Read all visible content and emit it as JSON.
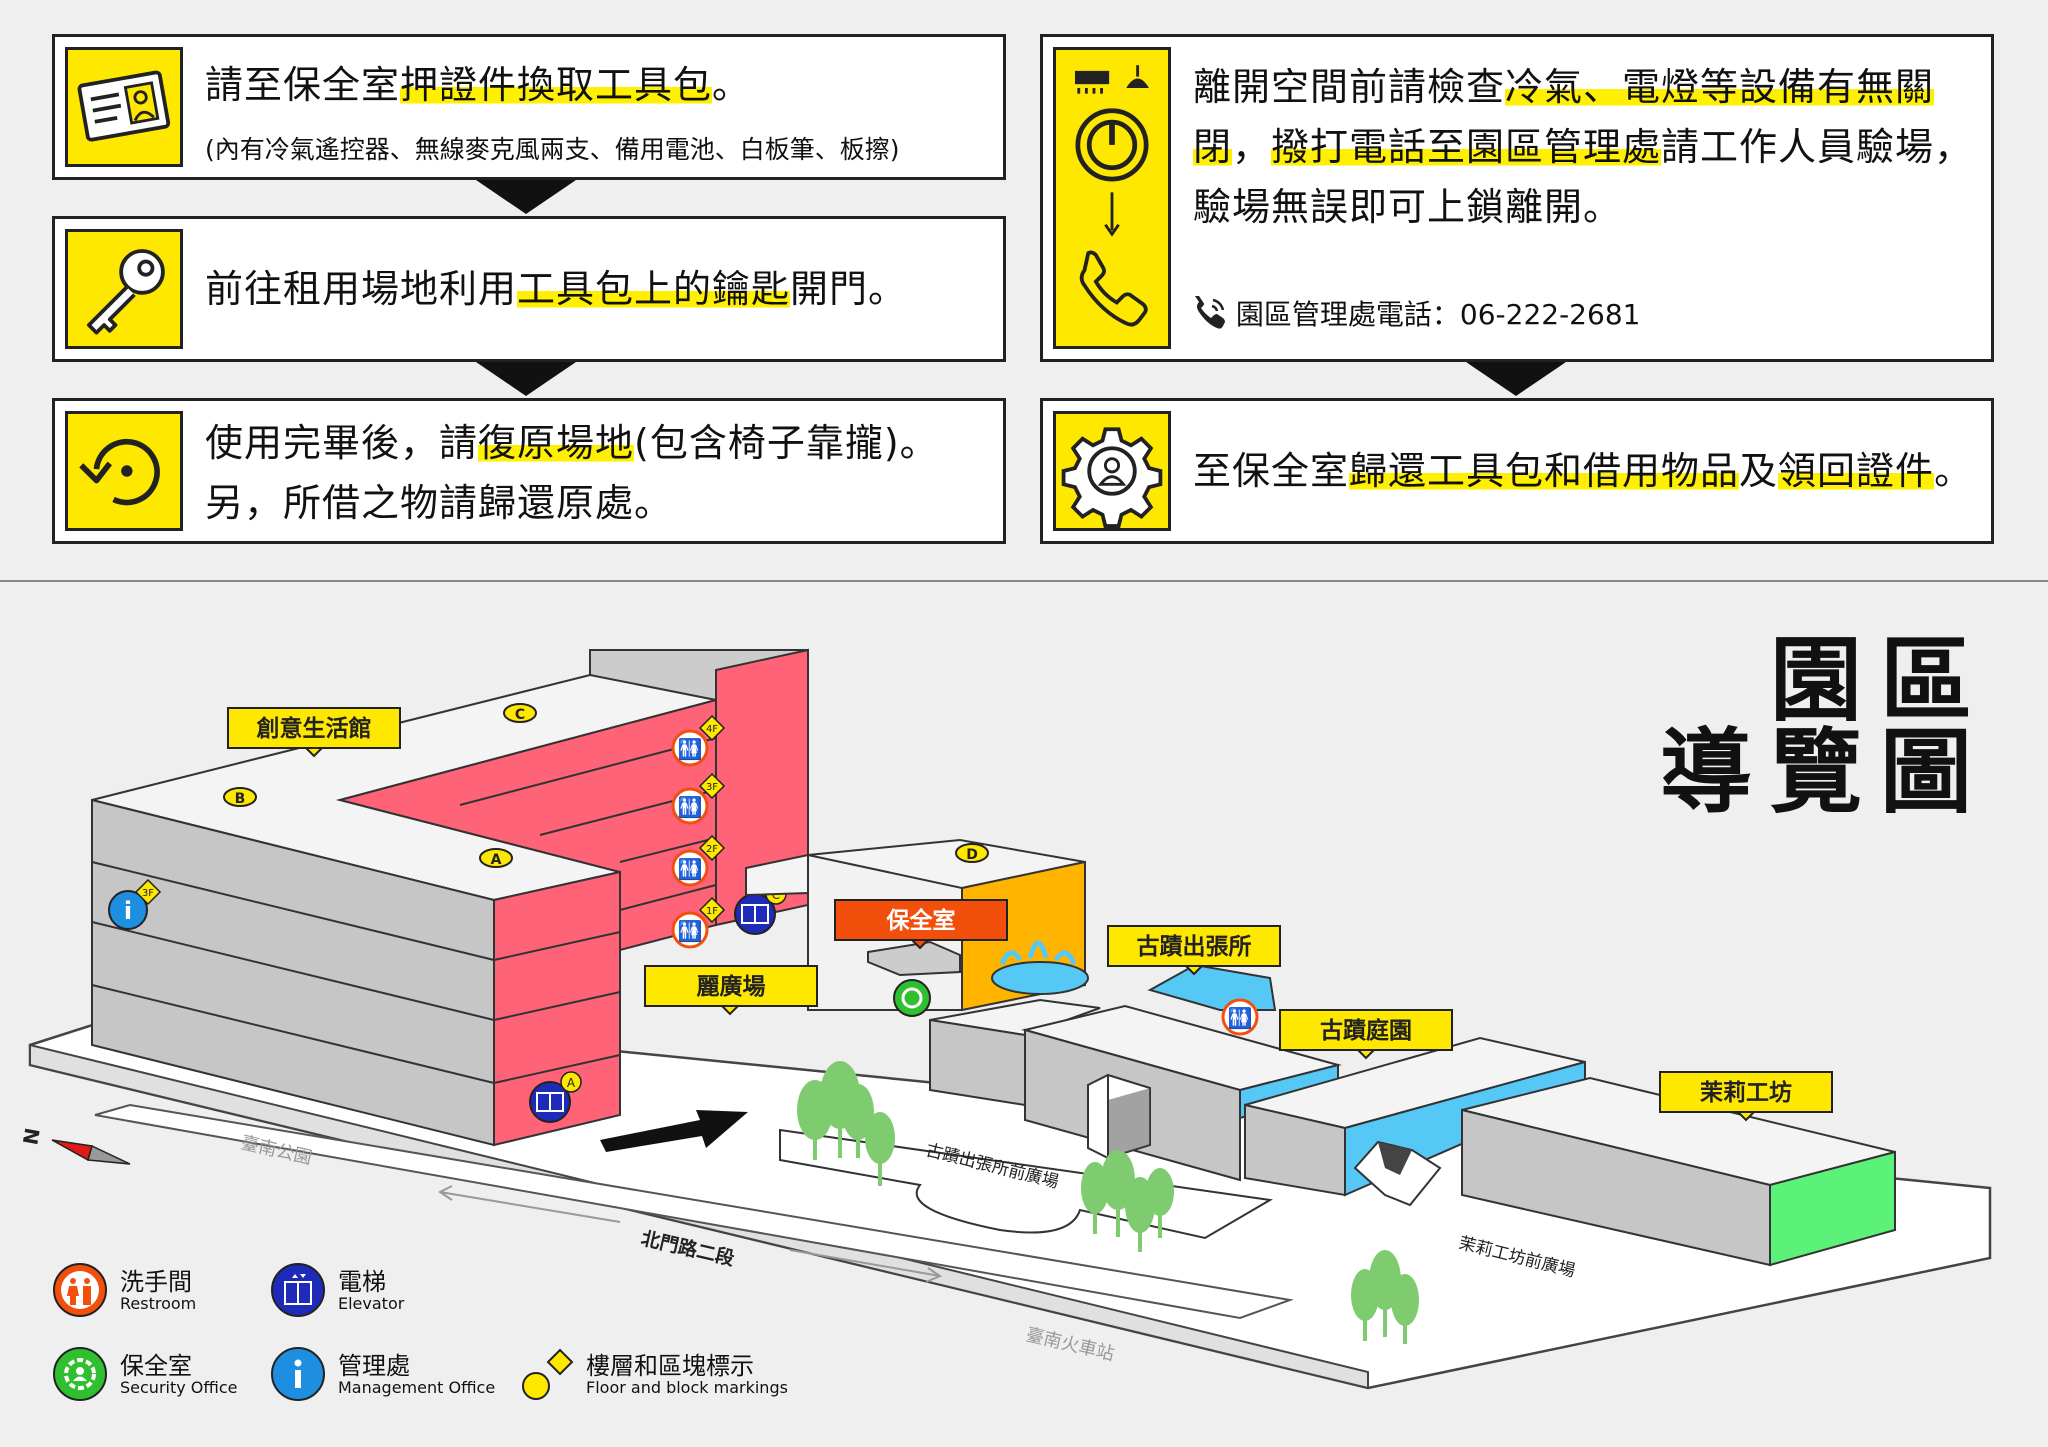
{
  "steps": {
    "step1": {
      "pre": "請至保全室",
      "hl": "押證件換取工具包",
      "post": "。",
      "sub": "(內有冷氣遙控器、無線麥克風兩支、備用電池、白板筆、板擦)"
    },
    "step2": {
      "pre": "前往租用場地利用",
      "hl": "工具包上的鑰匙",
      "post": "開門。"
    },
    "step3": {
      "pre": "使用完畢後，請",
      "hl": "復原場地",
      "post": "(包含椅子靠攏)。",
      "line2": "另，所借之物請歸還原處。"
    },
    "step4": {
      "pre": "離開空間前請檢查",
      "hl1": "冷氣、電燈等設備有無關閉",
      "mid": "，",
      "hl2": "撥打電話至園區管理處",
      "post": "請工作人員驗場，驗場無誤即可上鎖離開。",
      "phone_label": "園區管理處電話：06-222-2681"
    },
    "step5": {
      "pre": "至保全室",
      "hl1": "歸還工具包和借用物品",
      "mid": "及",
      "hl2": "領回證件",
      "post": "。"
    }
  },
  "map": {
    "title_line1": "園區",
    "title_line2": "導覽圖",
    "labels": {
      "creative": "創意生活館",
      "security": "保全室",
      "plaza": "麗廣場",
      "office": "古蹟出張所",
      "courtyard": "古蹟庭園",
      "workshop": "茉莉工坊",
      "office_plaza": "古蹟出張所前廣場",
      "workshop_plaza": "茉莉工坊前廣場",
      "road": "北門路二段",
      "park": "臺南公園",
      "station": "臺南火車站",
      "north": "N"
    },
    "floors": [
      "4F",
      "3F",
      "2F",
      "1F"
    ],
    "floor_3f": "3F",
    "block_a": "A",
    "block_b": "B",
    "block_c": "C",
    "block_d": "D",
    "elev_c": "C",
    "elev_a": "A"
  },
  "legend": {
    "restroom": {
      "zh": "洗手間",
      "en": "Restroom"
    },
    "elevator": {
      "zh": "電梯",
      "en": "Elevator"
    },
    "security": {
      "zh": "保全室",
      "en": "Security Office"
    },
    "management": {
      "zh": "管理處",
      "en": "Management Office"
    },
    "markings": {
      "zh": "樓層和區塊標示",
      "en": "Floor and block markings"
    }
  },
  "colors": {
    "yellow": "#ffe800",
    "pink": "#ff6377",
    "orange": "#ffb400",
    "blue": "#55c8f5",
    "green": "#5cf27a",
    "gray": "#c6c6c6",
    "red": "#f24e0c"
  }
}
